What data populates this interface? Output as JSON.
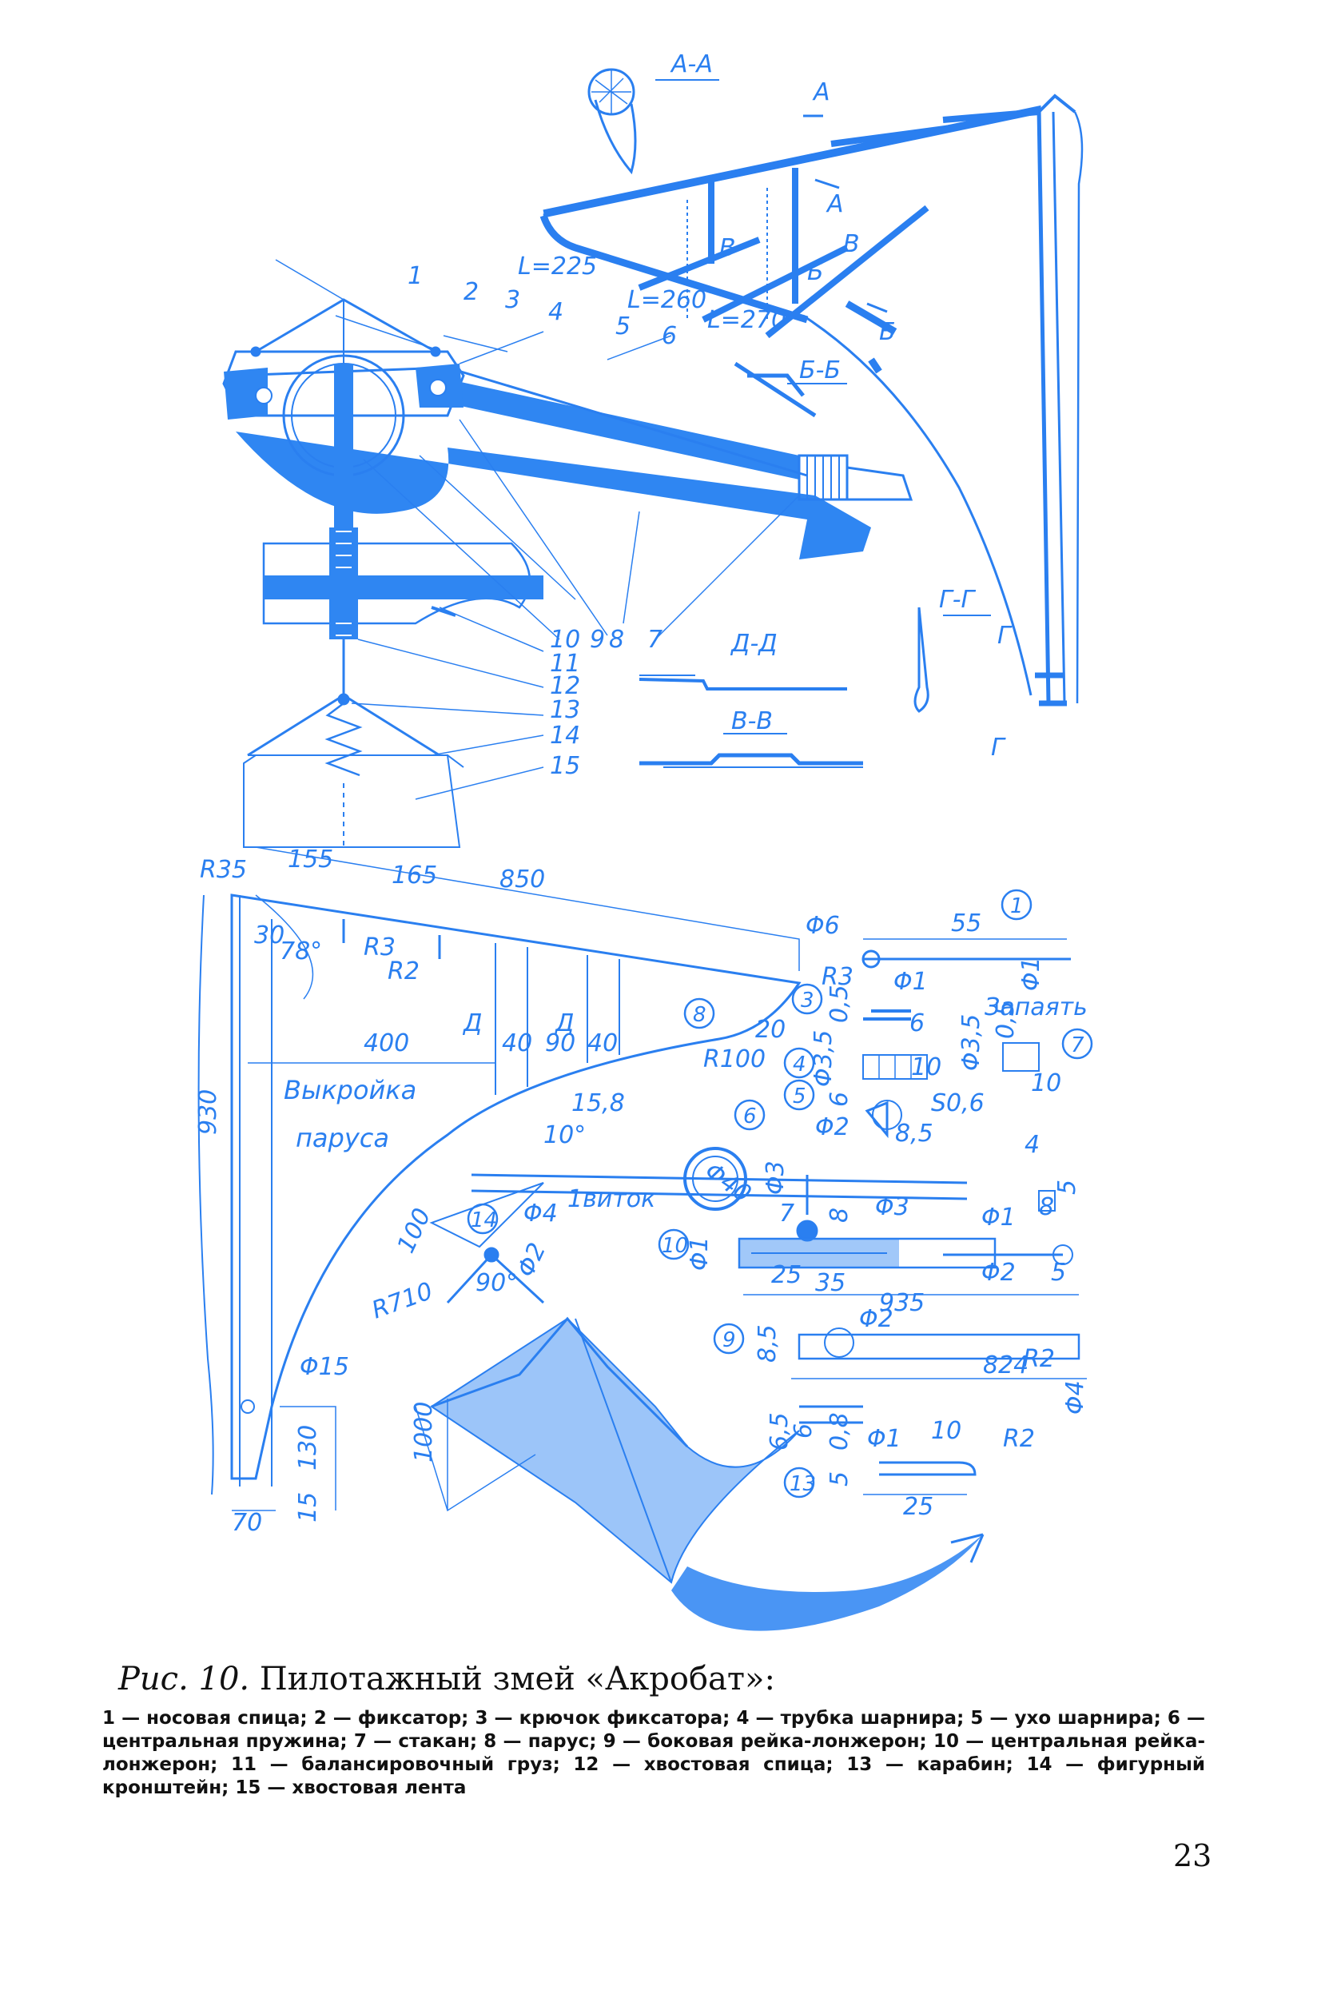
{
  "section_labels": {
    "aa": "А-А",
    "bb": "Б-Б",
    "vv": "В-В",
    "gg": "Г-Г",
    "dd": "Д-Д",
    "a_mark": "А",
    "b_mark": "Б",
    "v_mark": "В",
    "g_mark": "Г",
    "d_mark": "Д"
  },
  "lengths": {
    "l225": "L=225",
    "l260": "L=260",
    "l270": "L=270"
  },
  "part_numbers": [
    "1",
    "2",
    "3",
    "4",
    "5",
    "6",
    "7",
    "8",
    "9",
    "10",
    "11",
    "12",
    "13",
    "14",
    "15"
  ],
  "sail_pattern": {
    "label_line1": "Выкройка",
    "label_line2": "паруса",
    "dims": {
      "r35": "R35",
      "d155": "155",
      "d165": "165",
      "d850": "850",
      "d30": "30",
      "a78": "78°",
      "r3": "R3",
      "r2": "R2",
      "d400": "400",
      "d40a": "40",
      "d90": "90",
      "d40b": "40",
      "d20": "20",
      "r100": "R100",
      "d930": "930",
      "r710": "R710",
      "phi15": "Φ15",
      "d130": "130",
      "d15": "15",
      "d70": "70",
      "d1000": "1000"
    }
  },
  "detail_dims": {
    "phi6": "Φ6",
    "d55": "55",
    "r3": "R3",
    "phi1a": "Φ1",
    "phi1b": "Φ1",
    "d05a": "0,5",
    "d6a": "6",
    "zapayat": "Запаять",
    "phi35a": "Φ3,5",
    "phi35b": "Φ3,5",
    "d05b": "0,5",
    "d10a": "10",
    "d10b": "10",
    "d6b": "6",
    "phi2a": "Φ2",
    "s06": "S0,6",
    "d85a": "8,5",
    "d158": "15,8",
    "a10": "10°",
    "phi40": "Φ40",
    "phi3a": "Φ3",
    "vitok": "1виток",
    "d4": "4",
    "d5a": "5",
    "d8a": "8",
    "d7": "7",
    "d8b": "8",
    "phi3b": "Φ3",
    "phi1c": "Φ1",
    "phi1d": "Φ1",
    "d25a": "25",
    "d35": "35",
    "phi2b": "Φ2",
    "d5b": "5",
    "d935": "935",
    "phi4a": "Φ4",
    "phi2c": "Φ2",
    "a90": "90°",
    "d100": "100",
    "phi2d": "Φ2",
    "d85b": "8,5",
    "d824": "824",
    "r2": "R2",
    "phi4b": "Φ4",
    "d65": "6,5",
    "d6c": "6",
    "d08": "0,8",
    "phi1e": "Φ1",
    "d10c": "10",
    "r2b": "R2",
    "d5c": "5",
    "d25b": "25"
  },
  "caption": {
    "fig": "Рис. 10.",
    "title": "Пилотажный змей «Акробат»:"
  },
  "legend": "1 — носовая спица; 2 — фиксатор; 3 — крючок фиксатора; 4 — трубка шарнира; 5 — ухо шарнира; 6 — центральная пружина; 7 — стакан; 8 — парус; 9 — боковая рейка-лонжерон; 10 — центральная рейка-лонжерон; 11 — балансировочный груз; 12 — хвостовая спица; 13 — карабин; 14 — фигурный кронштейн; 15 — хвостовая лента",
  "page_number": "23",
  "colors": {
    "ink": "#2a7ff0",
    "fill": "#2f86f2",
    "text": "#111111"
  }
}
